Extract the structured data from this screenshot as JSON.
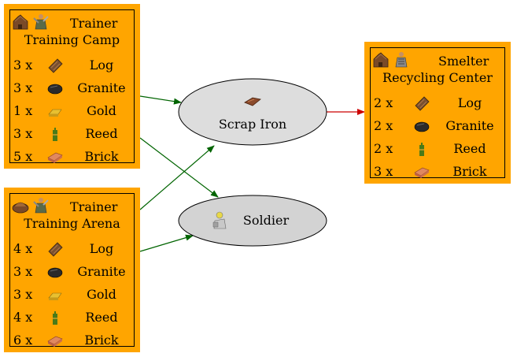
{
  "colors": {
    "box_fill": "#ffa500",
    "ellipse_scrap": "#dddddd",
    "ellipse_soldier": "#d3d3d3",
    "edge_green": "#006400",
    "edge_red": "#cc0000"
  },
  "camp": {
    "worker": "Trainer",
    "building": "Training Camp",
    "icons": [
      "building-icon",
      "trainer-icon"
    ],
    "wares": [
      {
        "qty": "3 x",
        "name": "Log",
        "icon": "log-icon"
      },
      {
        "qty": "3 x",
        "name": "Granite",
        "icon": "granite-icon"
      },
      {
        "qty": "1 x",
        "name": "Gold",
        "icon": "gold-icon"
      },
      {
        "qty": "3 x",
        "name": "Reed",
        "icon": "reed-icon"
      },
      {
        "qty": "5 x",
        "name": "Brick",
        "icon": "brick-icon"
      }
    ]
  },
  "arena": {
    "worker": "Trainer",
    "building": "Training Arena",
    "icons": [
      "building-icon",
      "trainer-icon"
    ],
    "wares": [
      {
        "qty": "4 x",
        "name": "Log",
        "icon": "log-icon"
      },
      {
        "qty": "3 x",
        "name": "Granite",
        "icon": "granite-icon"
      },
      {
        "qty": "3 x",
        "name": "Gold",
        "icon": "gold-icon"
      },
      {
        "qty": "4 x",
        "name": "Reed",
        "icon": "reed-icon"
      },
      {
        "qty": "6 x",
        "name": "Brick",
        "icon": "brick-icon"
      }
    ]
  },
  "smelter": {
    "worker": "Smelter",
    "building": "Recycling Center",
    "icons": [
      "building-icon",
      "smelter-icon"
    ],
    "wares": [
      {
        "qty": "2 x",
        "name": "Log",
        "icon": "log-icon"
      },
      {
        "qty": "2 x",
        "name": "Granite",
        "icon": "granite-icon"
      },
      {
        "qty": "2 x",
        "name": "Reed",
        "icon": "reed-icon"
      },
      {
        "qty": "3 x",
        "name": "Brick",
        "icon": "brick-icon"
      }
    ]
  },
  "nodes": {
    "scrap_iron": {
      "label": "Scrap Iron",
      "icon": "scrap-iron-icon"
    },
    "soldier": {
      "label": "Soldier",
      "icon": "soldier-icon"
    }
  }
}
